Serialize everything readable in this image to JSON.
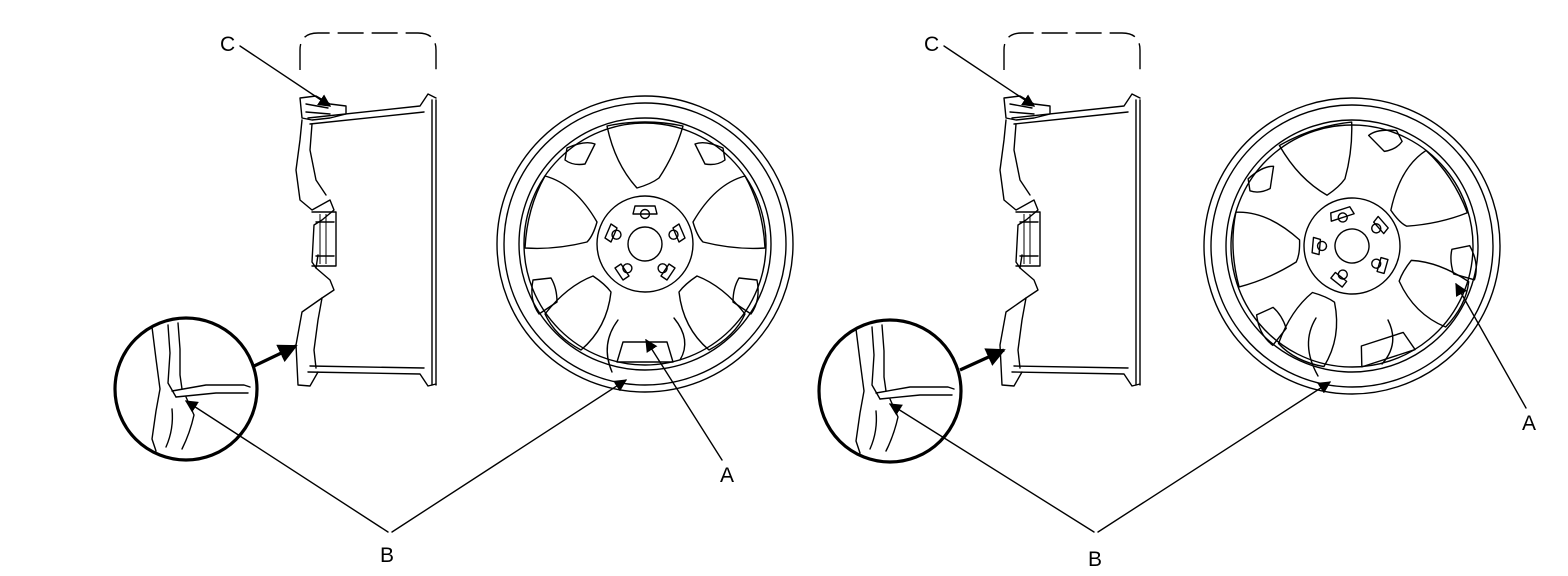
{
  "labels": {
    "A": "A",
    "B": "B",
    "C": "C"
  },
  "colors": {
    "line": "#000000",
    "background": "#ffffff"
  }
}
